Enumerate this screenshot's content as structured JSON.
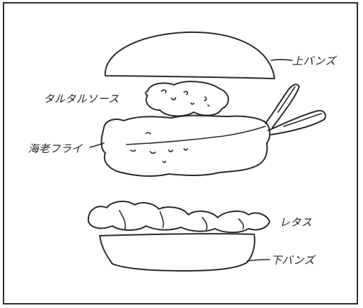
{
  "labels": {
    "top_bun": "上バンズ",
    "tartar_sauce": "タルタルソース",
    "fried_shrimp": "海老フライ",
    "lettuce": "レタス",
    "bottom_bun": "下バンズ"
  },
  "colors": {
    "ink": "#2a2a2a",
    "paper": "#ffffff",
    "frame": "#2b2b2b"
  }
}
